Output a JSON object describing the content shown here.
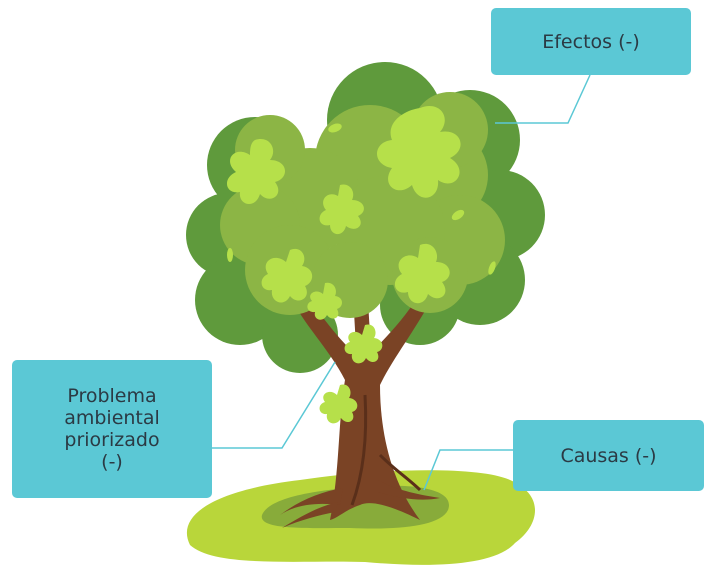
{
  "labels": {
    "effects": "Efectos (-)",
    "problem_lines": [
      "Problema",
      "ambiental",
      "priorizado",
      "(-)"
    ],
    "causes": "Causas (-)"
  },
  "colors": {
    "label_box": "#5bc8d5",
    "leader_line": "#5bc8d5",
    "label_text": "#2b3a44",
    "ground_light": "#b9d63a",
    "ground_dark": "#88ab3a",
    "trunk": "#7a4325",
    "trunk_dark": "#5a2f1a",
    "foliage_dark": "#5f9a3c",
    "foliage_mid": "#8cb545",
    "leaf_highlight": "#b6e04a"
  }
}
